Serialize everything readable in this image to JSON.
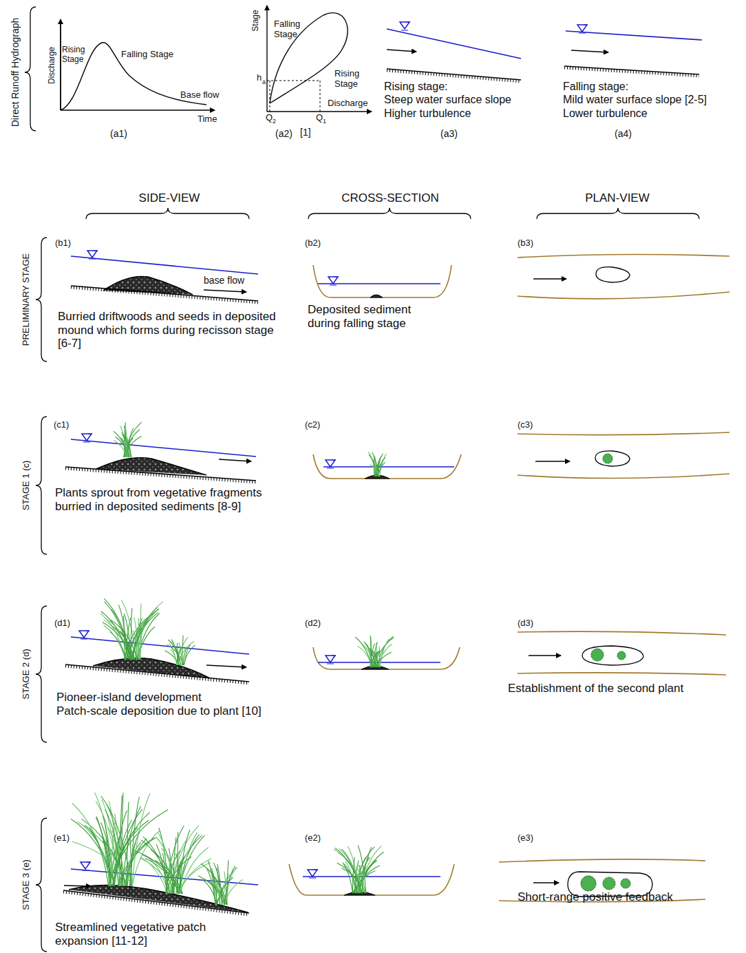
{
  "diagram": {
    "labels": [
      "Direct Runoff Hydrograph",
      "Discharge",
      "Rising Stage",
      "Falling Stage",
      "Base flow",
      "Time",
      "(a1)",
      "Stage",
      "Falling Stage",
      "h",
      "a",
      "Rising Stage",
      "Discharge",
      "Q",
      "2",
      "Q",
      "1",
      "(a2)",
      "[1]",
      "Rising stage:",
      "Steep water surface slope",
      "Higher turbulence",
      "(a3)",
      "Falling stage:",
      "Mild water surface slope [2-5]",
      "Lower turbulence",
      "(a4)",
      "SIDE-VIEW",
      "CROSS-SECTION",
      "PLAN-VIEW",
      "PRELIMINARY STAGE",
      "(b1)",
      "base flow",
      "Burried driftwoods and seeds in deposited mound which forms during recisson stage [6-7]",
      "(b2)",
      "Deposited sediment during falling stage",
      "(b3)",
      "STAGE 1 (c)",
      "(c1)",
      "Plants sprout from vegetative fragments burried in deposited sediments [8-9]",
      "(c2)",
      "(c3)",
      "STAGE 2 (d)",
      "(d1)",
      "Pioneer-island development",
      "Patch-scale deposition due to plant [10]",
      "(d2)",
      "(d3)",
      "Establishment of the second plant",
      "STAGE 3 (e)",
      "(e1)",
      "Streamlined vegetative patch expansion [11-12]",
      "(e2)",
      "(e3)",
      "Short-range positive feedback"
    ]
  }
}
